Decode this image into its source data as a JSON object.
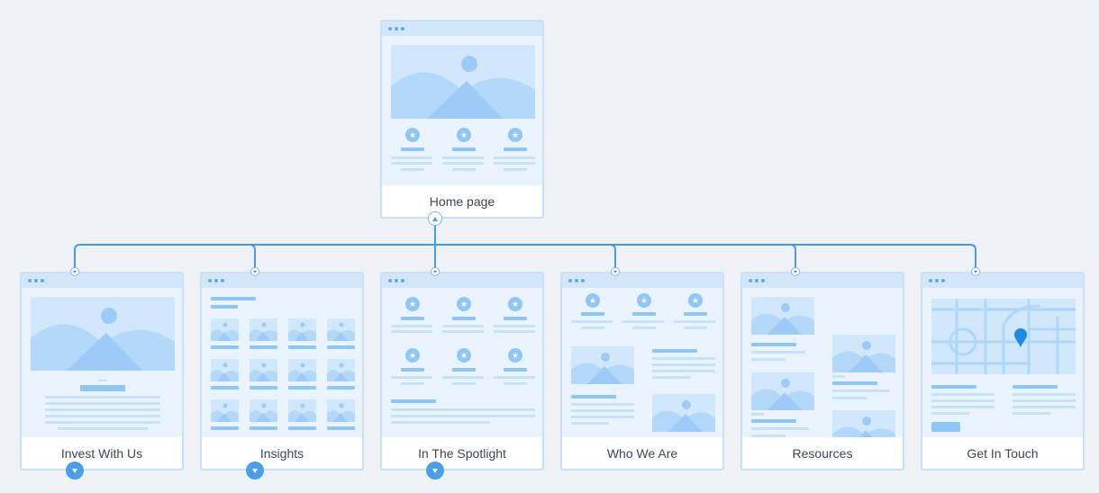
{
  "root": {
    "label": "Home page"
  },
  "children": [
    {
      "label": "Invest With Us",
      "expandable": true
    },
    {
      "label": "Insights",
      "expandable": true
    },
    {
      "label": "In The Spotlight",
      "expandable": true
    },
    {
      "label": "Who We Are",
      "expandable": false
    },
    {
      "label": "Resources",
      "expandable": false
    },
    {
      "label": "Get In Touch",
      "expandable": false
    }
  ],
  "colors": {
    "connector": "#4a9ae8",
    "card_border": "#c9e0f6",
    "placeholder_light": "#c4e0fb",
    "placeholder_mid": "#9dcaf6",
    "map_pin": "#1e88e5"
  }
}
